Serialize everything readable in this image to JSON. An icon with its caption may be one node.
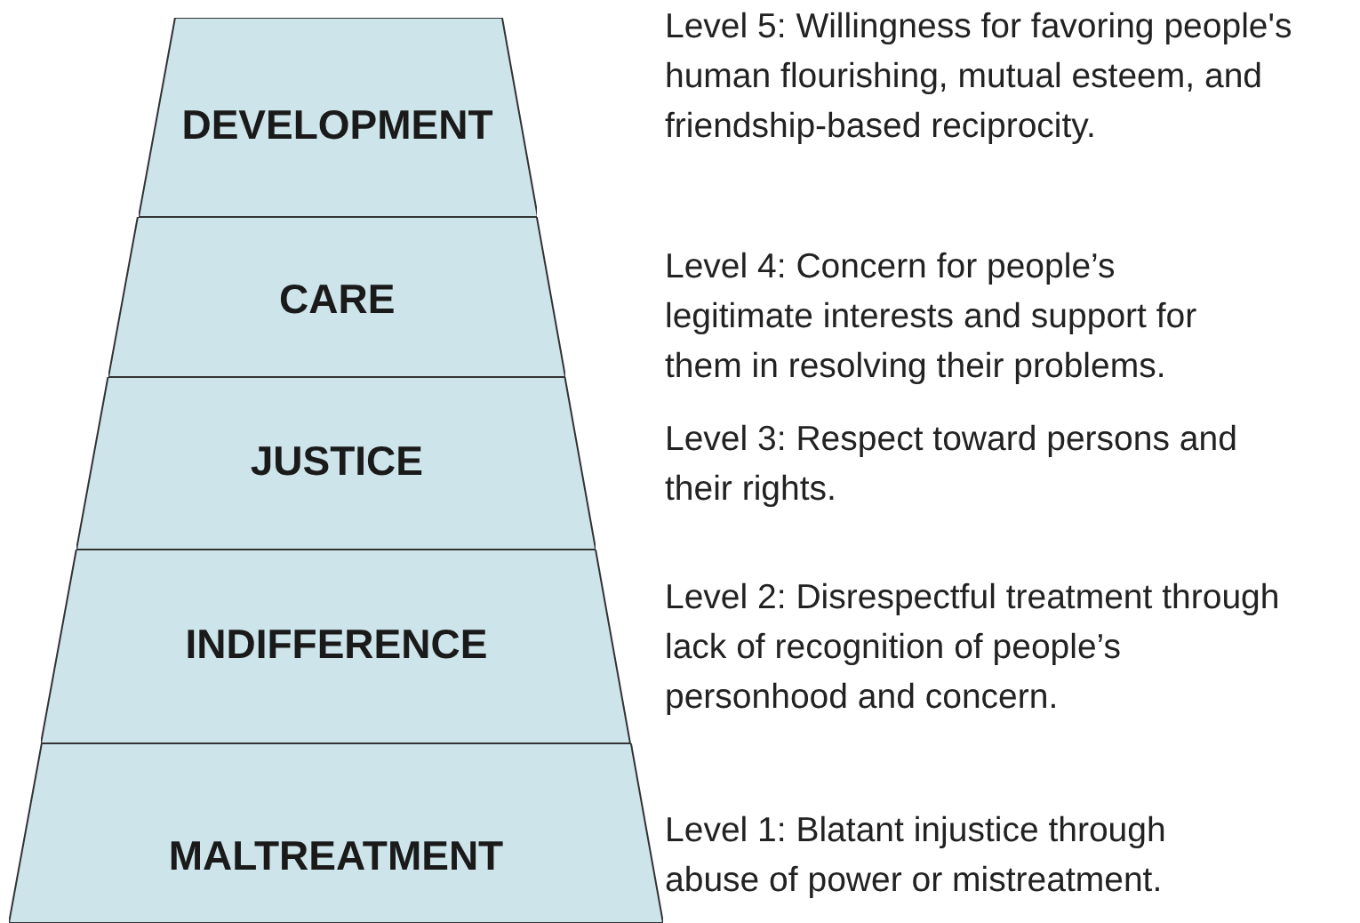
{
  "diagram": {
    "nodes": [
      {
        "text": [
          "DEVELOPMENT"
        ],
        "beside": [
          "Level 5: Willingness for favoring people's human flourishing, mutual esteem, and friendship-based reciprocity."
        ]
      },
      {
        "text": [
          "CARE"
        ],
        "beside": [
          "Level 4: Concern for people’s legitimate interests and support for them in resolving their problems."
        ]
      },
      {
        "text": [
          "JUSTICE"
        ],
        "beside": [
          "Level 3: Respect toward persons and their rights."
        ]
      },
      {
        "text": [
          "INDIFFERENCE"
        ],
        "beside": [
          "Level 2: Disrespectful treatment through lack of recognition of people’s personhood and concern."
        ]
      },
      {
        "text": [
          "MALTREATMENT"
        ],
        "beside": [
          "Level 1: Blatant injustice through abuse of power or mistreatment."
        ]
      }
    ]
  }
}
